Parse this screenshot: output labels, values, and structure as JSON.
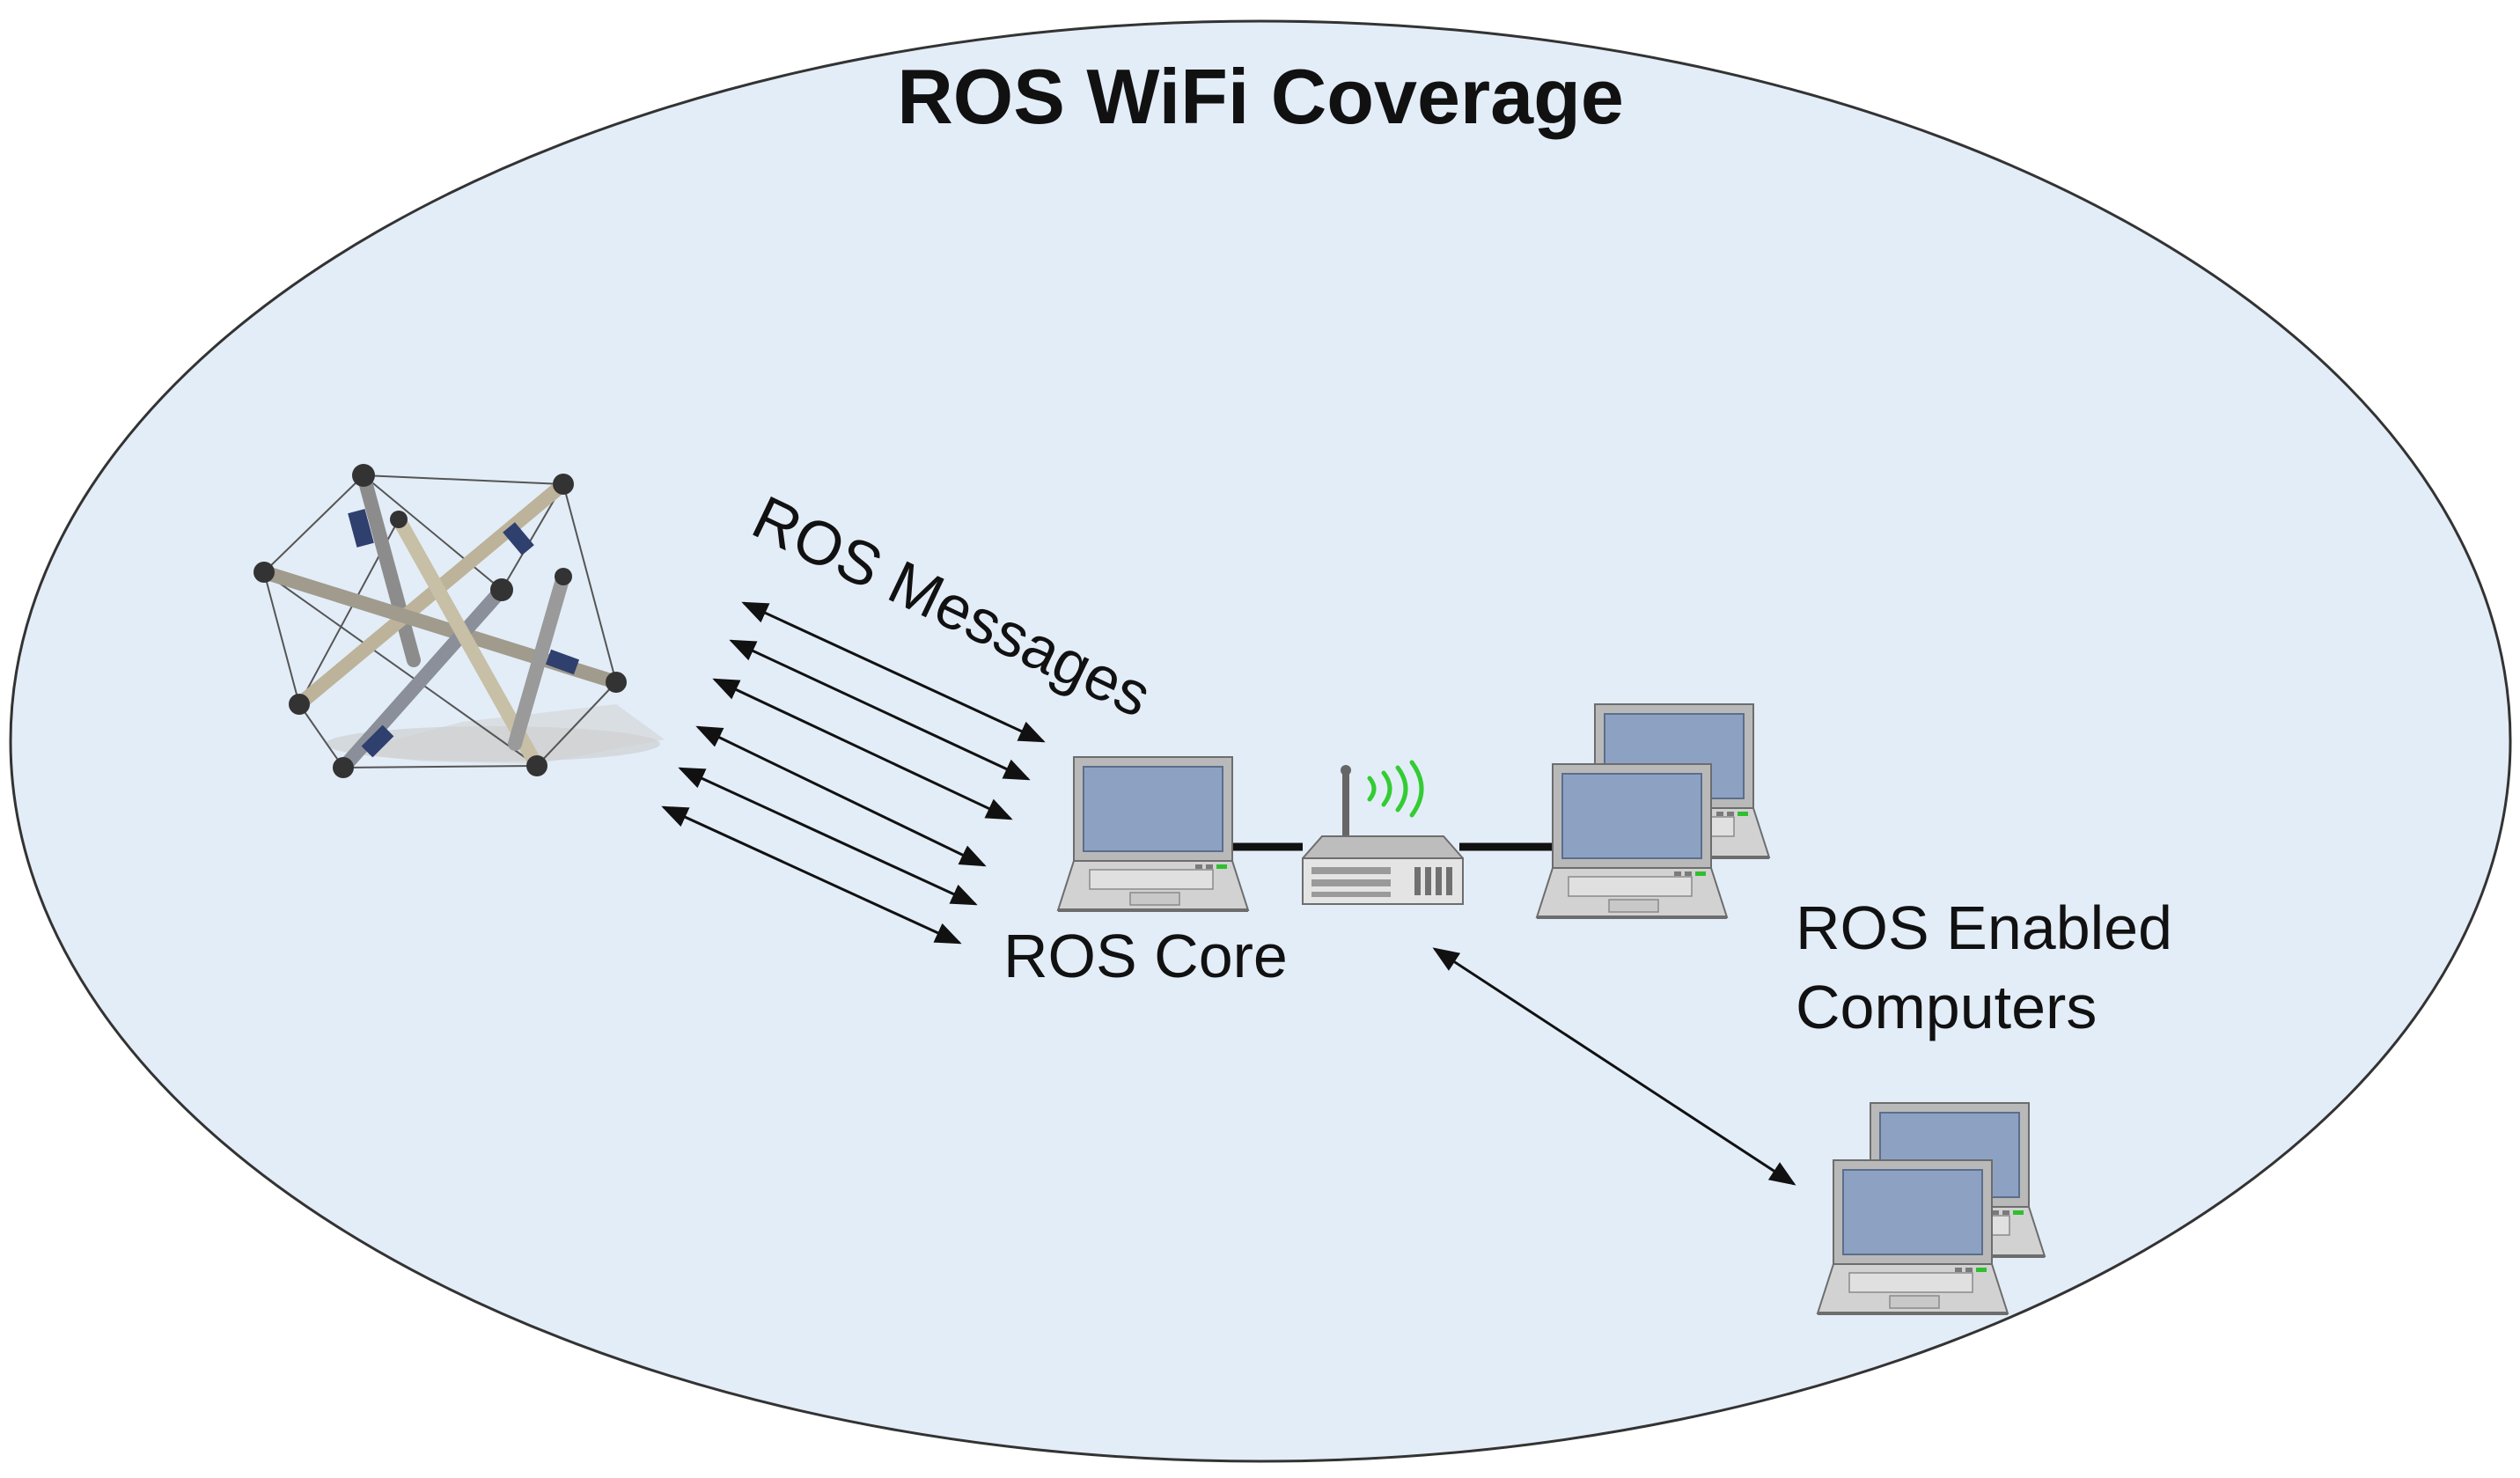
{
  "diagram": {
    "title": "ROS WiFi Coverage",
    "messages_label": "ROS Messages",
    "core_label": "ROS Core",
    "enabled_label_line1": "ROS Enabled",
    "enabled_label_line2": "Computers",
    "colors": {
      "coverage_fill": "#e3edf7",
      "coverage_stroke": "#333333",
      "laptop_screen": "#8da2c3",
      "laptop_body": "#d2d2d2",
      "wifi_signal": "#33cc33",
      "router_body": "#e4e4e4",
      "cable": "#111111"
    },
    "icons": [
      "tensegrity-robot-icon",
      "laptop-icon",
      "wifi-router-icon"
    ]
  }
}
